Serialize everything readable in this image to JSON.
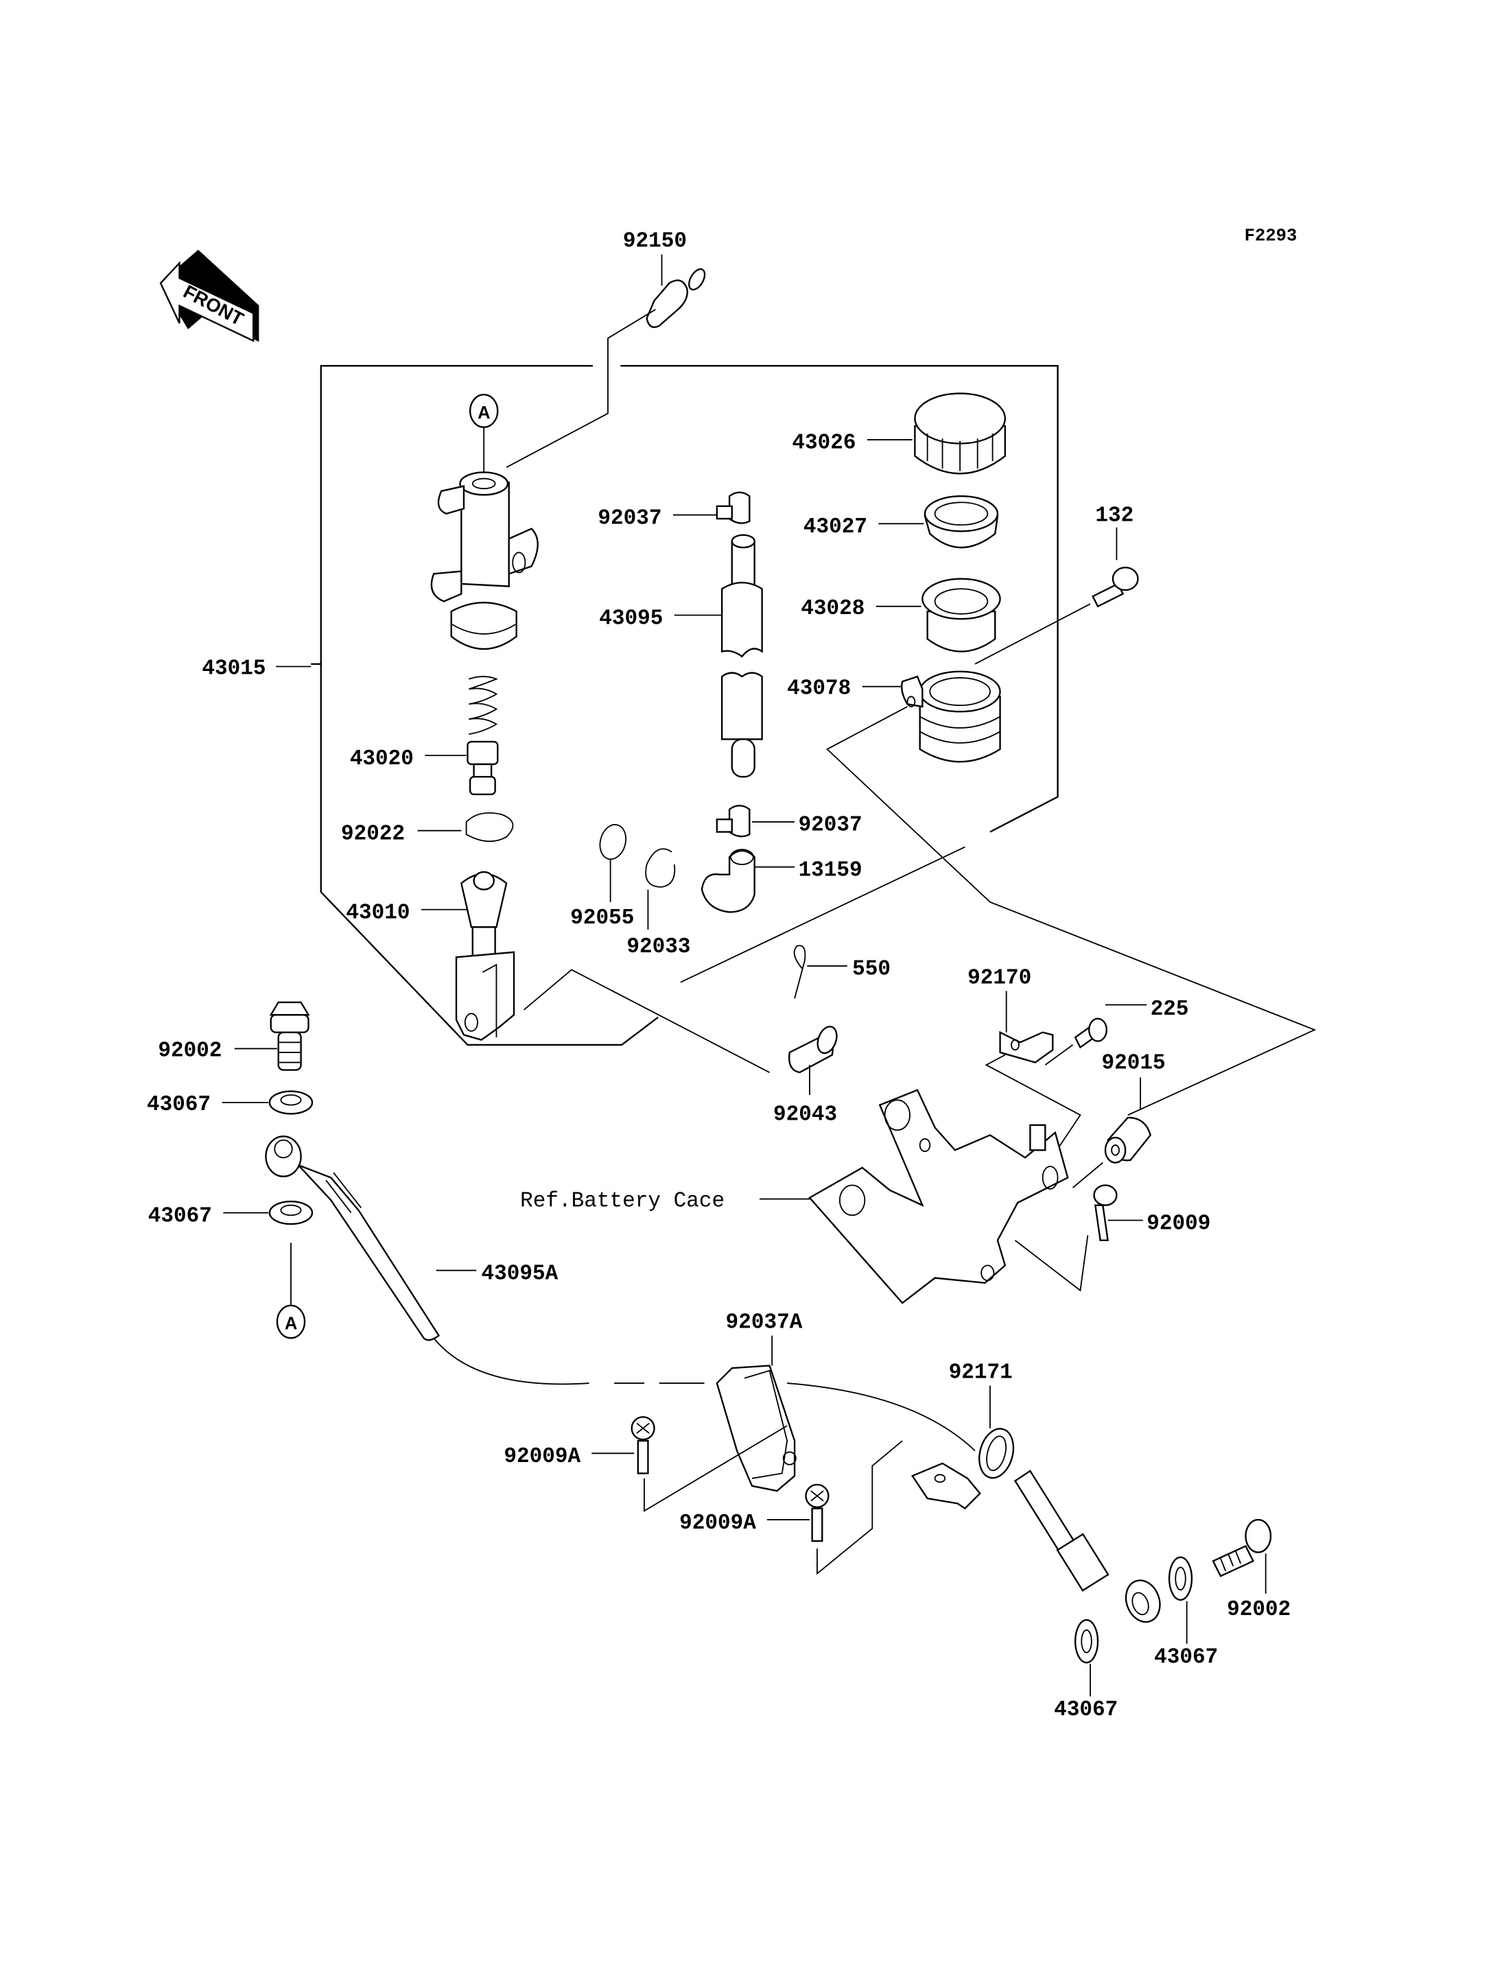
{
  "diagram": {
    "code": "F2293",
    "front_label": "FRONT",
    "ref_marker": "A",
    "parts": {
      "p92150": "92150",
      "p43015": "43015",
      "p43026": "43026",
      "p92037_top": "92037",
      "p43027": "43027",
      "p43095": "43095",
      "p43028": "43028",
      "p132": "132",
      "p43078": "43078",
      "p43020": "43020",
      "p92022": "92022",
      "p92037_bottom": "92037",
      "p13159": "13159",
      "p92055": "92055",
      "p92033": "92033",
      "p43010": "43010",
      "p550": "550",
      "p92170": "92170",
      "p225": "225",
      "p92002_left": "92002",
      "p43067_left_top": "43067",
      "p92043": "92043",
      "p92015": "92015",
      "ref_battery": "Ref.Battery Cace",
      "p43067_left_bottom": "43067",
      "p92009": "92009",
      "p43095A": "43095A",
      "p92037A": "92037A",
      "p92171": "92171",
      "p92009A_left": "92009A",
      "p92009A_right": "92009A",
      "p92002_right": "92002",
      "p43067_right": "43067",
      "p43067_bottom": "43067"
    }
  }
}
